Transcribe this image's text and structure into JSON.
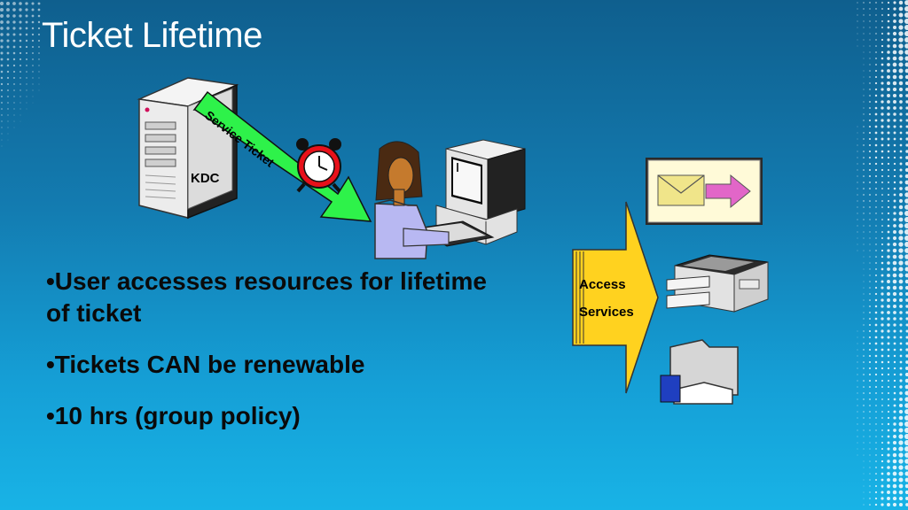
{
  "slide": {
    "title": "Ticket Lifetime",
    "bullets": [
      "•User accesses resources for lifetime of ticket",
      "•Tickets CAN be renewable",
      "•10 hrs (group policy)"
    ]
  },
  "diagram": {
    "kdc_label": "KDC",
    "arrow_label": "Service Ticket",
    "access_label_line1": "Access",
    "access_label_line2": "Services"
  },
  "colors": {
    "arrow_green": "#2ef24a",
    "access_arrow": "#ffd21f",
    "title_text": "#ffffff"
  },
  "icons": [
    "server-icon",
    "alarm-clock-icon",
    "user-at-computer-icon",
    "email-icon",
    "printer-icon",
    "shared-folder-icon"
  ]
}
